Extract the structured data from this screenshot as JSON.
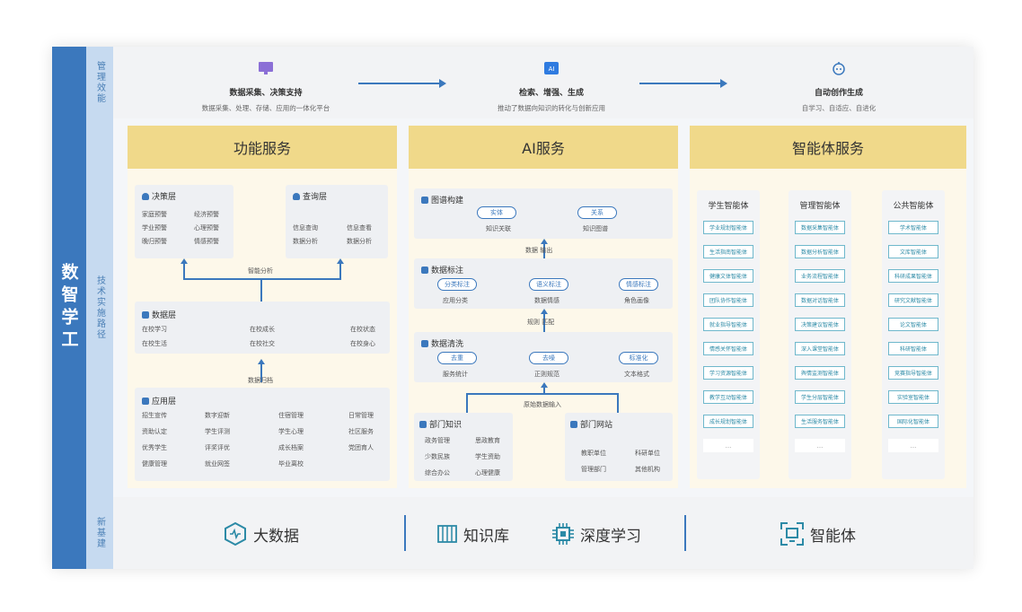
{
  "left_title": "数智学工",
  "row_labels": {
    "top": "管理效能",
    "middle": "技术实施路径",
    "bottom": "新基建"
  },
  "top_steps": [
    {
      "title": "数据采集、决策支持",
      "subtitle": "数据采集、处理、存储、应用的一体化平台",
      "icon": "monitor-icon"
    },
    {
      "title": "检索、增强、生成",
      "subtitle": "推动了数据向知识的转化与创新应用",
      "icon": "ai-icon"
    },
    {
      "title": "自动创作生成",
      "subtitle": "自学习、自适应、自进化",
      "icon": "robot-icon"
    }
  ],
  "func_service": {
    "title": "功能服务",
    "decision": {
      "title": "决策层",
      "items": [
        "家庭预警",
        "经济预警",
        "学业预警",
        "心理预警",
        "晚归预警",
        "情感预警"
      ]
    },
    "query": {
      "title": "查询层",
      "items": [
        "信息查询",
        "信息查看",
        "数据分析",
        "数据分析"
      ]
    },
    "conn1": "智能分析",
    "data": {
      "title": "数据层",
      "items": [
        "在校学习",
        "在校成长",
        "在校状态",
        "在校生活",
        "在校社交",
        "在校身心"
      ]
    },
    "conn2": "数据归档",
    "app": {
      "title": "应用层",
      "items": [
        "招生宣传",
        "数字迎新",
        "住宿管理",
        "日常管理",
        "资助认定",
        "学生评测",
        "学生心理",
        "社区服务",
        "优秀学生",
        "评奖评优",
        "成长档案",
        "党团育人",
        "健康管理",
        "就业网签",
        "毕业离校"
      ]
    }
  },
  "ai_service": {
    "title": "AI服务",
    "graph": {
      "title": "图谱构建",
      "pills": [
        "实体",
        "关系"
      ],
      "labels": [
        "知识关联",
        "知识图谱"
      ]
    },
    "conn1": "数据 输出",
    "annot": {
      "title": "数据标注",
      "pills": [
        "分类标注",
        "语义标注",
        "情感标注"
      ],
      "labels": [
        "应用分类",
        "数据情感",
        "角色画像"
      ]
    },
    "conn2": "规则 匹配",
    "clean": {
      "title": "数据清洗",
      "pills": [
        "去重",
        "去噪",
        "标准化"
      ],
      "labels": [
        "服务统计",
        "正则规范",
        "文本格式"
      ]
    },
    "conn3": "原始数据输入",
    "dept_k": {
      "title": "部门知识",
      "items": [
        "政务管理",
        "思政教育",
        "少数民族",
        "学生资助",
        "综合办公",
        "心理健康"
      ]
    },
    "dept_w": {
      "title": "部门网站",
      "items": [
        "教职单位",
        "科研单位",
        "管理部门",
        "其他机构"
      ]
    }
  },
  "agent_service": {
    "title": "智能体服务",
    "columns": [
      {
        "title": "学生智能体",
        "items": [
          "学业规划智能体",
          "生活指南智能体",
          "健康文体智能体",
          "团队协作智能体",
          "就业指导智能体",
          "情感关怀智能体",
          "学习资源智能体",
          "教学互动智能体",
          "成长规划智能体",
          "..."
        ]
      },
      {
        "title": "管理智能体",
        "items": [
          "数据采集智能体",
          "数据分析智能体",
          "业务流程智能体",
          "数据对话智能体",
          "决策建议智能体",
          "深入课堂智能体",
          "舆情监测智能体",
          "学生分层智能体",
          "生活服务智能体",
          "..."
        ]
      },
      {
        "title": "公共智能体",
        "items": [
          "学术智能体",
          "文库智能体",
          "科研成果智能体",
          "研究文献智能体",
          "论文智能体",
          "科研智能体",
          "竞赛指导智能体",
          "实验室智能体",
          "国际化智能体",
          "..."
        ]
      }
    ]
  },
  "bottom": [
    {
      "label": "大数据",
      "icon": "pulse-hexagon-icon"
    },
    {
      "label": "知识库",
      "icon": "book-shelf-icon"
    },
    {
      "label": "深度学习",
      "icon": "chip-icon"
    },
    {
      "label": "智能体",
      "icon": "agent-scan-icon"
    }
  ]
}
